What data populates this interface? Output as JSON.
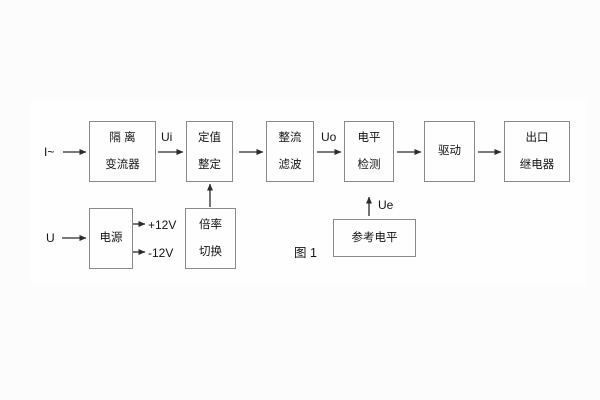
{
  "figure": {
    "caption": "图 1"
  },
  "colors": {
    "background": "#fcfcfc",
    "box_border": "#8a8a8a",
    "text": "#141414",
    "line": "#2b2b2b"
  },
  "blocks": {
    "isolation_transformer": {
      "line1": "隔 离",
      "line2": "变流器"
    },
    "setting_adjust": {
      "line1": "定值",
      "line2": "整定"
    },
    "rectifier_filter": {
      "line1": "整流",
      "line2": "滤波"
    },
    "level_detector": {
      "line1": "电平",
      "line2": "检测"
    },
    "driver": {
      "label": "驱动"
    },
    "output_relay": {
      "line1": "出口",
      "line2": "继电器"
    },
    "power_supply": {
      "label": "电源"
    },
    "ratio_switch": {
      "line1": "倍率",
      "line2": "切换"
    },
    "reference_level": {
      "label": "参考电平"
    }
  },
  "signals": {
    "input_current": "I~",
    "input_voltage": "U",
    "ui": "Ui",
    "uo": "Uo",
    "ue": "Ue",
    "plus_12v": "+12V",
    "minus_12v": "-12V"
  }
}
